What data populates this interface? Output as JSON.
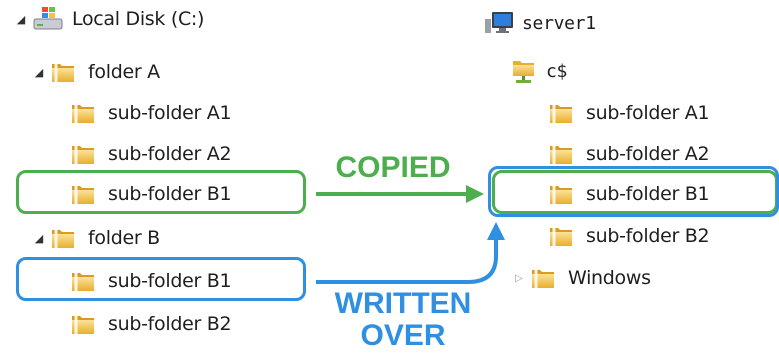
{
  "left_tree": {
    "drive_label": "Local Disk (C:)",
    "folder_a": {
      "label": "folder A",
      "children": [
        "sub-folder A1",
        "sub-folder A2",
        "sub-folder B1"
      ]
    },
    "folder_b": {
      "label": "folder B",
      "children": [
        "sub-folder B1",
        "sub-folder B2"
      ]
    }
  },
  "right_tree": {
    "server_label": "server1",
    "share_label": "c$",
    "children": [
      "sub-folder A1",
      "sub-folder A2",
      "sub-folder B1",
      "sub-folder B2"
    ],
    "windows_label": "Windows"
  },
  "annotations": {
    "copied": "COPIED",
    "written_over_line1": "WRITTEN",
    "written_over_line2": "OVER"
  },
  "colors": {
    "copied": "#4cae4c",
    "written_over": "#2f8fe0",
    "folder": "#f2c14e"
  },
  "icons": {
    "drive": "windows-drive-icon",
    "server": "computer-monitor-icon",
    "share": "network-share-icon",
    "folder": "folder-icon",
    "expanded": "expanded-triangle-icon",
    "collapsed": "collapsed-triangle-icon"
  }
}
